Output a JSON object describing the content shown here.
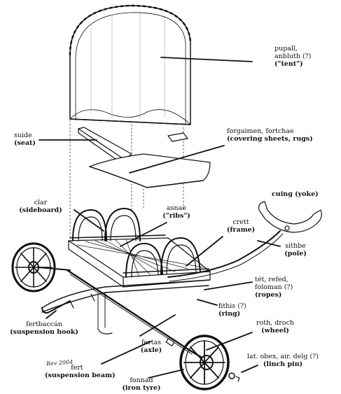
{
  "labels": {
    "pupall": {
      "line1": "pupall,",
      "line2": "anbluth (?)",
      "line3": "(\"tent\")"
    },
    "suide": {
      "line1": "suide",
      "line2": "(seat)"
    },
    "forgaimen": {
      "line1": "forgaimen, fortchae",
      "line2": "(covering sheets, rugs)"
    },
    "clar": {
      "line1": "clar",
      "line2": "(sideboard)"
    },
    "asnae": {
      "line1": "asnae",
      "line2": "(\"ribs\")"
    },
    "cuing": {
      "line1": "cuing (yoke)"
    },
    "crett": {
      "line1": "crett",
      "line2": "(frame)"
    },
    "sithbe": {
      "line1": "sithbe",
      "line2": "(pole)"
    },
    "tet": {
      "line1": "tét, refed,",
      "line2": "foloman (?)",
      "line3": "(ropes)"
    },
    "fithis": {
      "line1": "fithis (?)",
      "line2": "(ring)"
    },
    "fertbaccan": {
      "line1": "fertbaccán",
      "line2": "(suspension hook)"
    },
    "roth": {
      "line1": "roth, droch",
      "line2": "(wheel)"
    },
    "fertas": {
      "line1": "fertas",
      "line2": "(axle)"
    },
    "lat": {
      "line1": "lat. obex, air. delg (?)",
      "line2": "(linch pin)"
    },
    "fert": {
      "line1": "fert",
      "line2": "(suspension beam)"
    },
    "fonnad": {
      "line1": "fonnad",
      "line2": "(iron tyre)"
    }
  },
  "signature": "Rev 2004",
  "colors": {
    "ink": "#111111",
    "paper": "#ffffff",
    "shade": "#bdbdbd"
  }
}
